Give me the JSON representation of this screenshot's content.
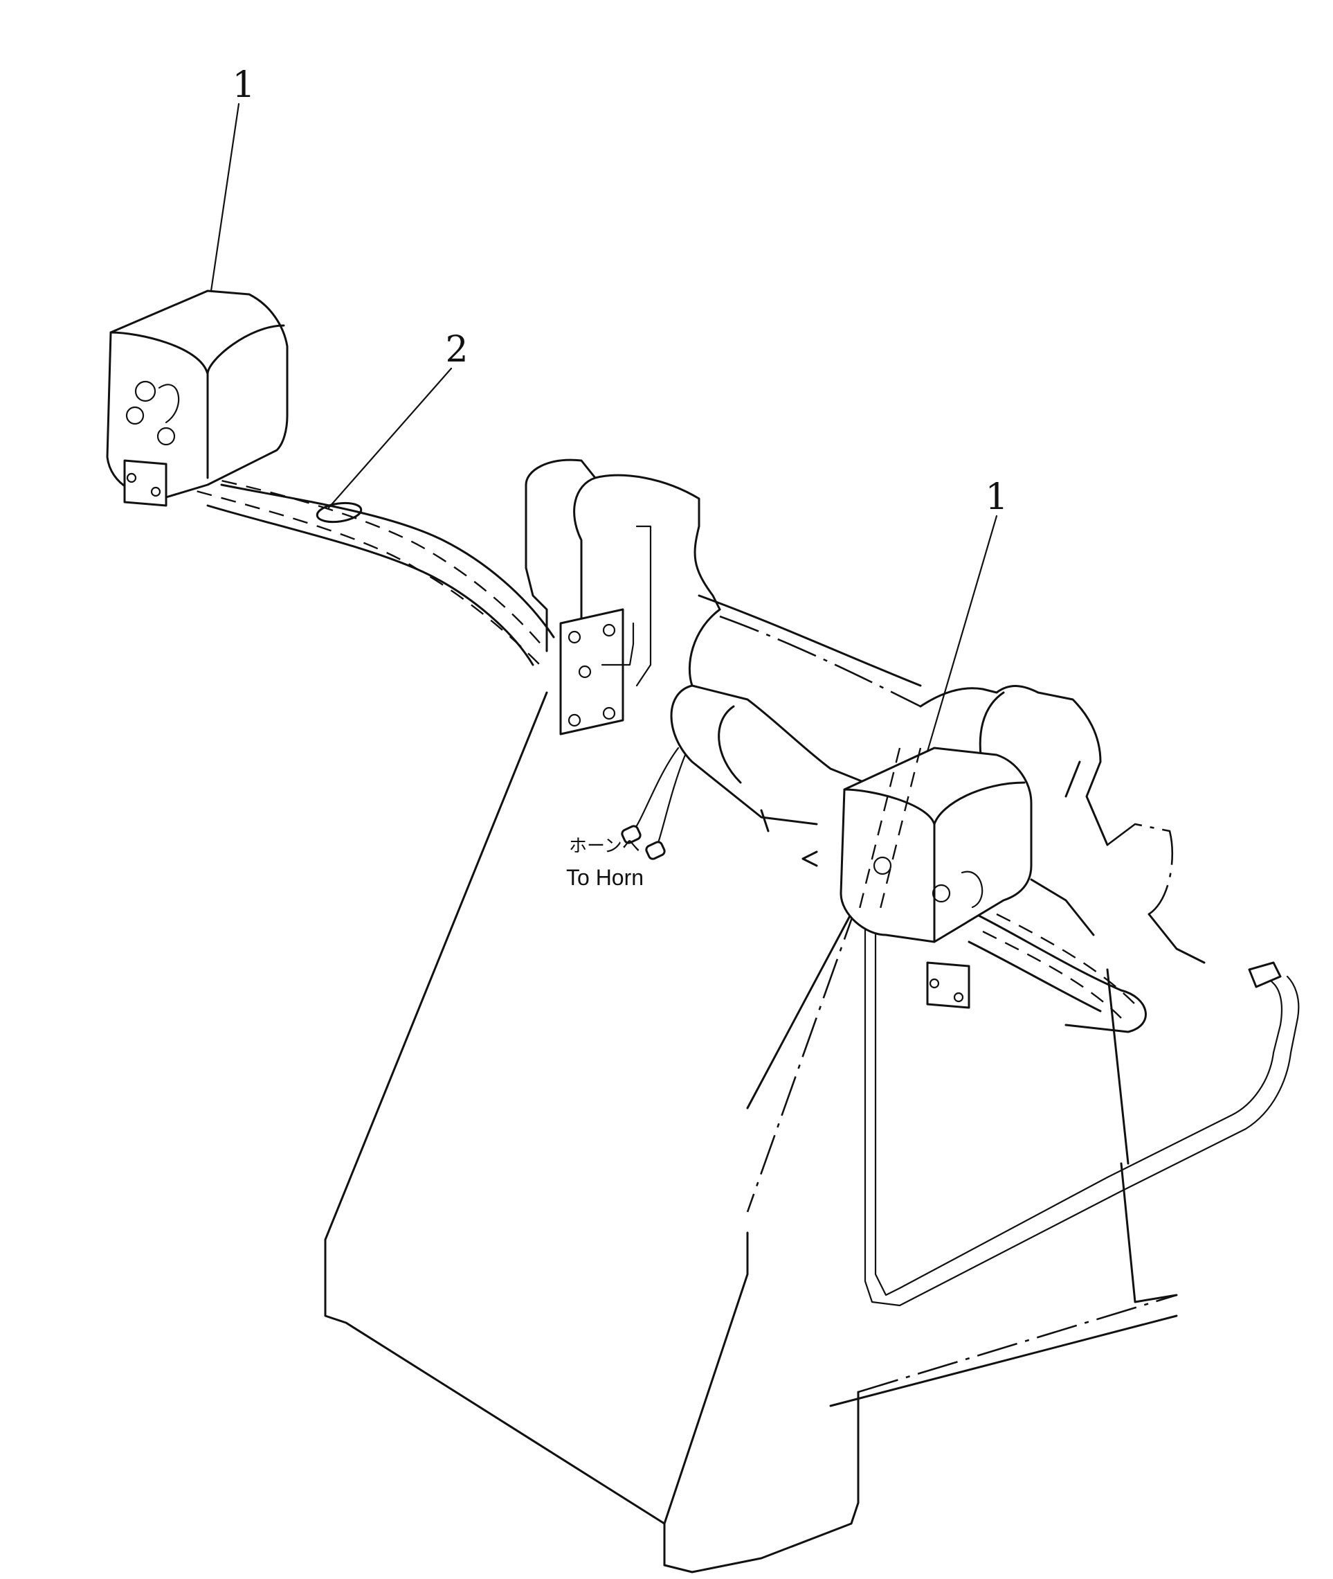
{
  "callouts": [
    {
      "id": "part-1-left",
      "label": "1"
    },
    {
      "id": "part-2",
      "label": "2"
    },
    {
      "id": "part-1-right",
      "label": "1"
    }
  ],
  "note": {
    "japanese": "ホーンへ",
    "english": "To Horn"
  }
}
